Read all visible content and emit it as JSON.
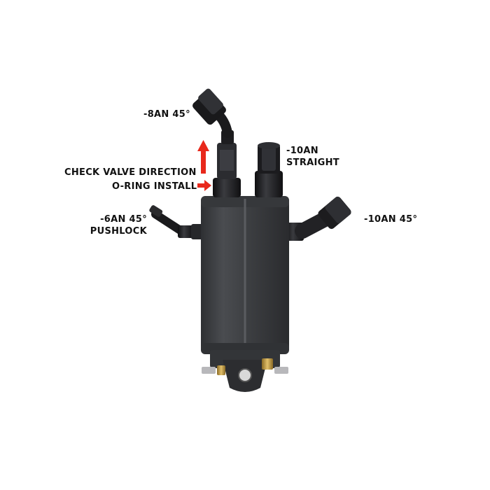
{
  "labels": {
    "fitting_8an_45": "-8AN 45°",
    "fitting_10an_straight_line1": "-10AN",
    "fitting_10an_straight_line2": "STRAIGHT",
    "check_valve_direction": "CHECK VALVE DIRECTION",
    "oring_install": "O-RING INSTALL",
    "fitting_6an_45_line1": "-6AN 45°",
    "fitting_6an_45_line2": "PUSHLOCK",
    "fitting_10an_45": "-10AN 45°"
  },
  "colors": {
    "arrow": "#e8281b",
    "can_body": "#3f4144",
    "fitting": "#1c1c1e",
    "brass": "#c9a24a"
  }
}
